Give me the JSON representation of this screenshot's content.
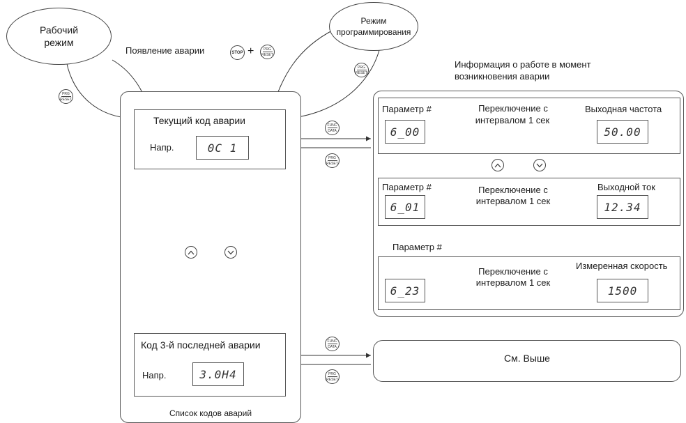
{
  "states": {
    "run_mode": [
      "Рабочий",
      "режим"
    ],
    "program_mode": [
      "Режим",
      "программирования"
    ]
  },
  "labels": {
    "alarm_appearance": "Появление аварии",
    "info_title": [
      "Информация о работе в момент",
      "возникновения аварии"
    ],
    "alarm_list": "Список кодов аварий",
    "see_above": "См. Выше",
    "plus": "+"
  },
  "keys": {
    "stop": "STOP",
    "prg": [
      "PRG",
      "RESET"
    ],
    "func": [
      "FUNC",
      "DATA"
    ]
  },
  "current_alarm": {
    "title": "Текущий код аварии",
    "example_label": "Напр.",
    "display": "0C 1"
  },
  "third_alarm": {
    "title": "Код 3-й последней аварии",
    "example_label": "Напр.",
    "display": "3.0H4"
  },
  "info_rows": [
    {
      "param_label": "Параметр #",
      "switch_text": [
        "Переключение с",
        "интервалом 1 сек"
      ],
      "value_label": "Выходная частота",
      "param_display": "6_00",
      "value_display": "50.00"
    },
    {
      "param_label": "Параметр #",
      "switch_text": [
        "Переключение с",
        "интервалом 1 сек"
      ],
      "value_label": "Выходной ток",
      "param_display": "6_01",
      "value_display": "12.34"
    },
    {
      "param_label": "Параметр #",
      "switch_text": [
        "Переключение с",
        "интервалом 1 сек"
      ],
      "value_label": "Измеренная скорость",
      "param_display": "6_23",
      "value_display": "1500"
    }
  ],
  "arrow_icons": {
    "up": "⌃",
    "down": "⌄"
  }
}
